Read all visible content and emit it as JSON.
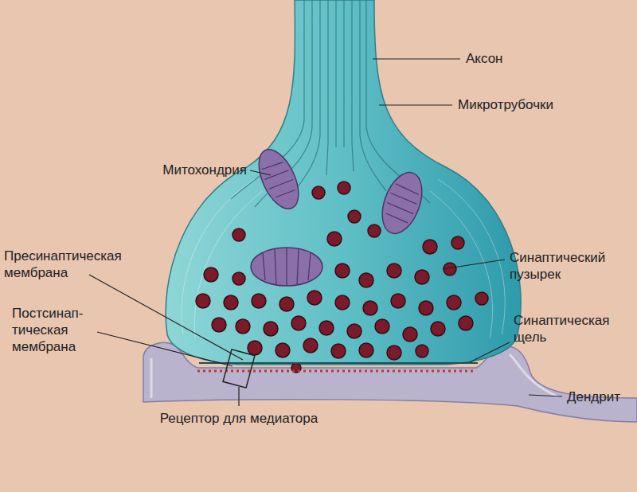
{
  "diagram": {
    "labels": [
      "Аксон",
      "Микротрубочки",
      "Митохондрия",
      "Пресинаптическая мембрана",
      "Постсинап- тическая мембрана",
      "Синаптический пузырек",
      "Синаптическая щель",
      "Дендрит",
      "Рецептор для медиатора"
    ]
  }
}
